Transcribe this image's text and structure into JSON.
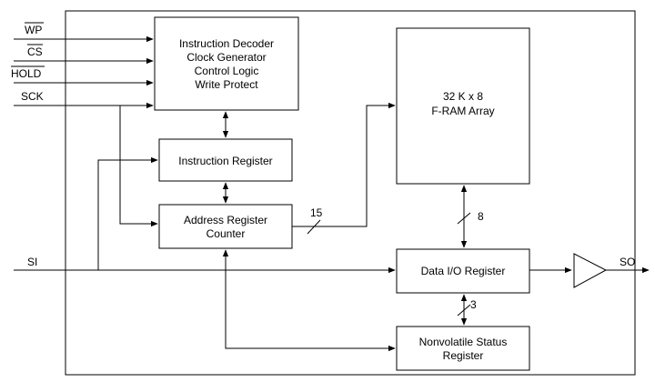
{
  "inputs": {
    "wp": "WP",
    "cs": "CS",
    "hold": "HOLD",
    "sck": "SCK",
    "si": "SI"
  },
  "output": {
    "so": "SO"
  },
  "blocks": {
    "decoder": [
      "Instruction Decoder",
      "Clock Generator",
      "Control Logic",
      "Write Protect"
    ],
    "instruction_register": "Instruction Register",
    "address_register": [
      "Address Register",
      "Counter"
    ],
    "fram_array": [
      "32 K x 8",
      "F-RAM Array"
    ],
    "data_io": "Data  I/O Register",
    "status_register": [
      "Nonvolatile Status",
      "Register"
    ]
  },
  "bus_widths": {
    "address": "15",
    "data": "8",
    "status": "3"
  },
  "colors": {
    "line": "#000000",
    "background": "#ffffff"
  }
}
